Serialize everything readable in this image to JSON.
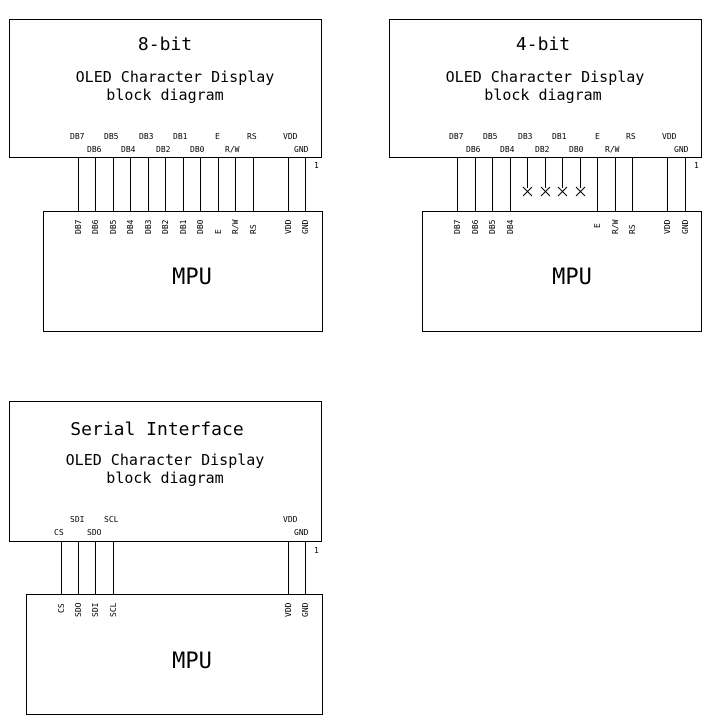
{
  "diagrams": [
    {
      "title": "8-bit",
      "subtitle_line1": "OLED Character Display",
      "subtitle_line2": "block diagram",
      "display_pins_upper": [
        "DB7",
        "DB5",
        "DB3",
        "DB1",
        "E",
        "RS",
        "VDD"
      ],
      "display_pins_lower": [
        "DB6",
        "DB4",
        "DB2",
        "DB0",
        "R/W",
        "GND"
      ],
      "pin1_marker": "1",
      "mpu_pins": [
        "DB7",
        "DB6",
        "DB5",
        "DB4",
        "DB3",
        "DB2",
        "DB1",
        "DB0",
        "E",
        "R/W",
        "RS",
        "VDD",
        "GND"
      ],
      "mpu_label": "MPU"
    },
    {
      "title": "4-bit",
      "subtitle_line1": "OLED Character Display",
      "subtitle_line2": "block diagram",
      "display_pins_upper": [
        "DB7",
        "DB5",
        "DB3",
        "DB1",
        "E",
        "RS",
        "VDD"
      ],
      "display_pins_lower": [
        "DB6",
        "DB4",
        "DB2",
        "DB0",
        "R/W",
        "GND"
      ],
      "pin1_marker": "1",
      "mpu_pins": [
        "DB7",
        "DB6",
        "DB5",
        "DB4",
        "E",
        "R/W",
        "RS",
        "VDD",
        "GND"
      ],
      "mpu_label": "MPU"
    },
    {
      "title": "Serial Interface",
      "subtitle_line1": "OLED Character Display",
      "subtitle_line2": "block diagram",
      "display_pins_upper": [
        "SDI",
        "SCL",
        "VDD"
      ],
      "display_pins_lower": [
        "CS",
        "SDO",
        "GND"
      ],
      "pin1_marker": "1",
      "mpu_pins": [
        "CS",
        "SDO",
        "SDI",
        "SCL",
        "VDD",
        "GND"
      ],
      "mpu_label": "MPU"
    }
  ]
}
